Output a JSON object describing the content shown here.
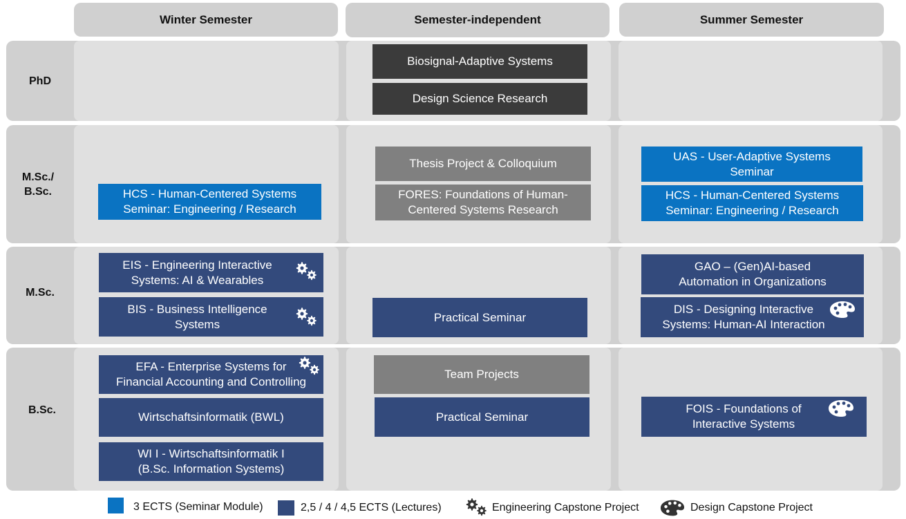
{
  "columns": {
    "winter": "Winter Semester",
    "independent": "Semester-independent",
    "summer": "Summer Semester"
  },
  "rows": {
    "phd": "PhD",
    "msc_bsc": "M.Sc./\nB.Sc.",
    "msc": "M.Sc.",
    "bsc": "B.Sc."
  },
  "courses": {
    "biosignal": "Biosignal-Adaptive Systems",
    "dsr": "Design Science Research",
    "thesis": "Thesis Project & Colloquium",
    "fores": "FORES: Foundations of Human-\nCentered Systems Research",
    "hcs_winter": "HCS - Human-Centered Systems\nSeminar: Engineering / Research",
    "uas": "UAS - User-Adaptive Systems\nSeminar",
    "hcs_summer": "HCS - Human-Centered Systems\nSeminar: Engineering / Research",
    "eis": "EIS - Engineering Interactive\nSystems: AI & Wearables",
    "bis": "BIS - Business Intelligence\nSystems",
    "practical_msc": "Practical Seminar",
    "gao": "GAO – (Gen)AI-based\nAutomation in Organizations",
    "dis": "DIS - Designing Interactive\nSystems: Human-AI Interaction",
    "efa": "EFA - Enterprise Systems for\nFinancial Accounting and Controlling",
    "wi_bwl": "Wirtschaftsinformatik (BWL)",
    "wi1": "WI I - Wirtschaftsinformatik I\n(B.Sc.  Information Systems)",
    "team": "Team Projects",
    "practical_bsc": "Practical Seminar",
    "fois": "FOIS - Foundations of\nInteractive Systems"
  },
  "legend": {
    "seminar": "3 ECTS (Seminar Module)",
    "lectures": "2,5 / 4 / 4,5 ECTS (Lectures)",
    "engineering": "Engineering Capstone Project",
    "design": "Design Capstone Project"
  },
  "colors": {
    "phd": "#3b3b3b",
    "independent_gray": "#808080",
    "seminar_blue": "#0a73c2",
    "lecture_navy": "#334a7c",
    "band": "#d0d0d0",
    "column_bg": "#e0e0e0"
  },
  "icons": {
    "engineering": "gears-icon",
    "design": "palette-icon"
  }
}
